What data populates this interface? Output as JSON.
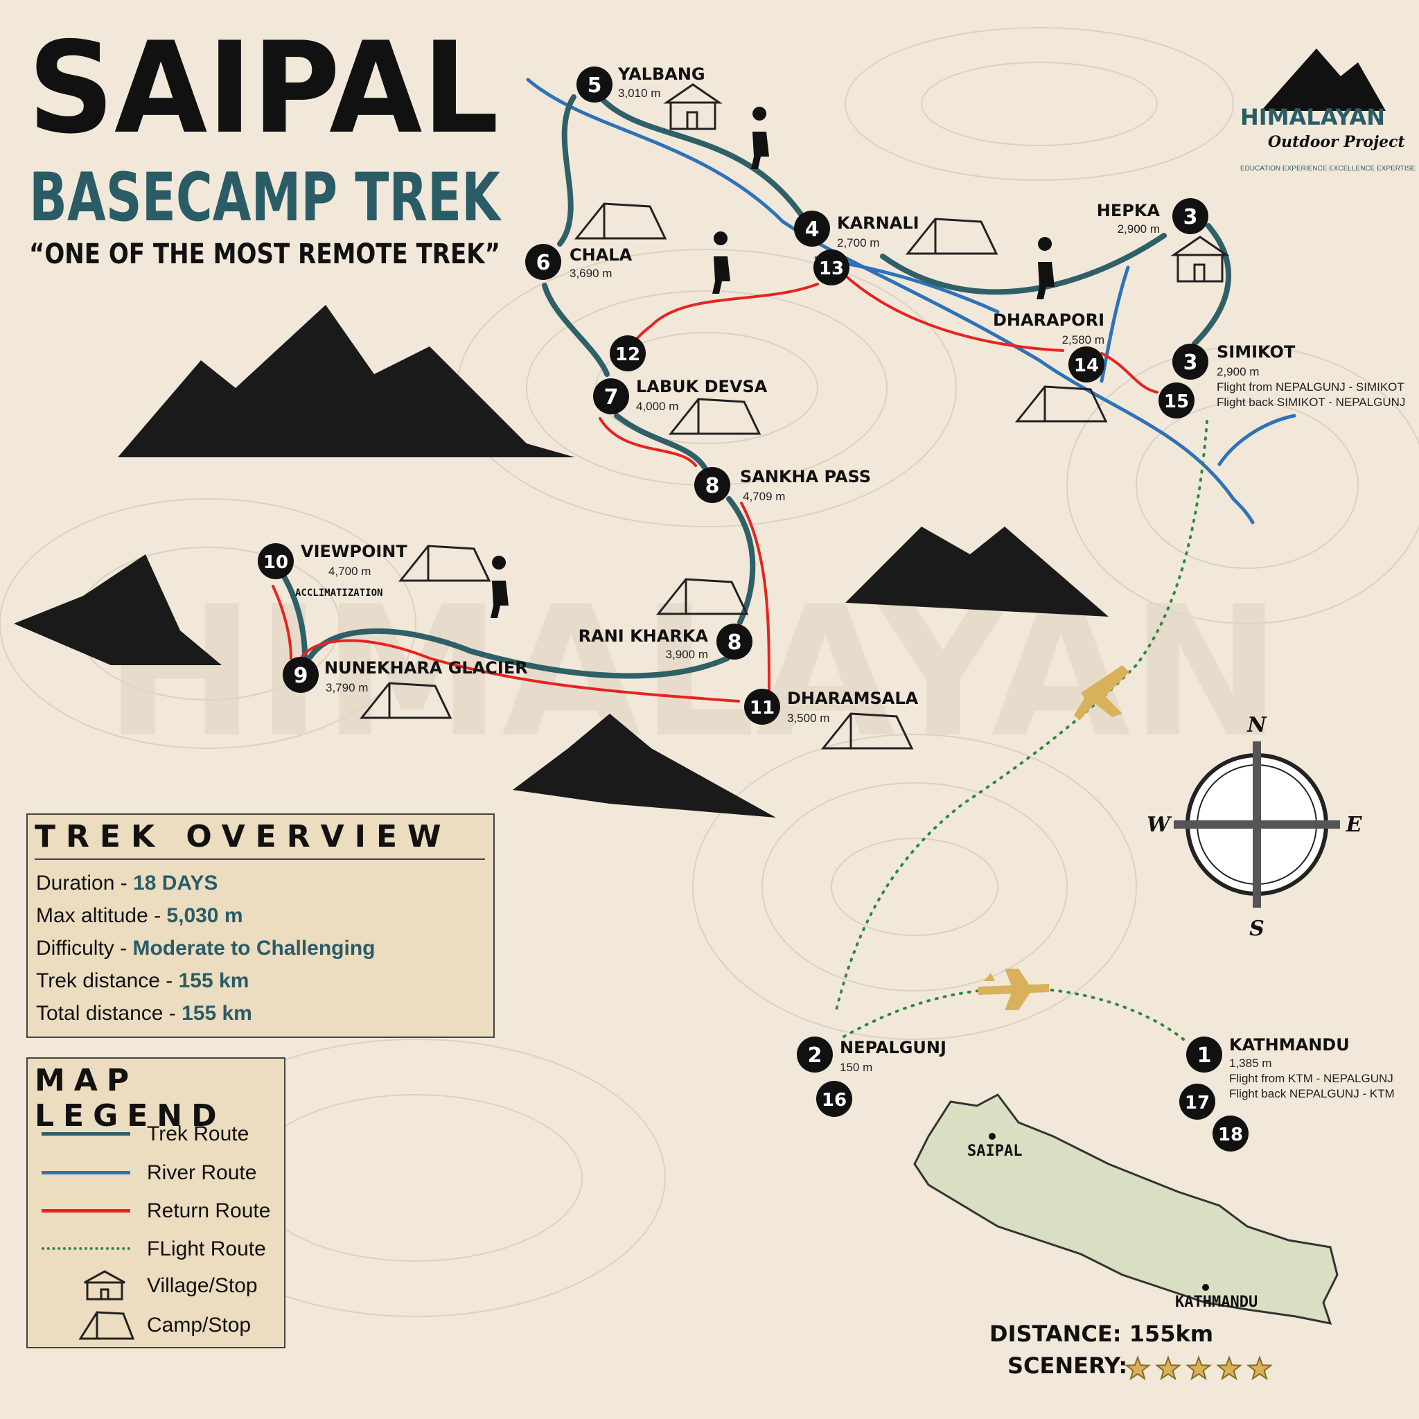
{
  "header": {
    "title": "SAIPAL",
    "subtitle": "BASECAMP TREK",
    "tagline": "“ONE OF THE MOST REMOTE TREK”"
  },
  "logo": {
    "name": "HIMALAYAN",
    "script": "Outdoor Project",
    "ring_text": "EDUCATION EXPERIENCE EXCELLENCE EXPERTISE"
  },
  "waypoints": [
    {
      "num": "1",
      "name": "KATHMANDU",
      "alt": "1,385 m",
      "notes": [
        "Flight from KTM - NEPALGUNJ",
        "Flight back NEPALGUNJ - KTM"
      ]
    },
    {
      "num": "2",
      "name": "NEPALGUNJ",
      "alt": "150 m"
    },
    {
      "num": "3",
      "name": "SIMIKOT",
      "alt": "2,900 m",
      "notes": [
        "Flight from NEPALGUNJ - SIMIKOT",
        "Flight back SIMIKOT - NEPALGUNJ"
      ]
    },
    {
      "num": "3",
      "name": "HEPKA",
      "alt": "2,900 m"
    },
    {
      "num": "4",
      "name": "KARNALI",
      "alt": "2,700 m"
    },
    {
      "num": "5",
      "name": "YALBANG",
      "alt": "3,010 m"
    },
    {
      "num": "6",
      "name": "CHALA",
      "alt": "3,690 m"
    },
    {
      "num": "7",
      "name": "LABUK DEVSA",
      "alt": "4,000 m"
    },
    {
      "num": "8",
      "name": "SANKHA PASS",
      "alt": "4,709 m"
    },
    {
      "num": "8",
      "name": "RANI KHARKA",
      "alt": "3,900 m"
    },
    {
      "num": "9",
      "name": "NUNEKHARA GLACIER",
      "alt": "3,790 m"
    },
    {
      "num": "10",
      "name": "VIEWPOINT",
      "alt": "4,700 m",
      "notes": [
        "ACCLIMATIZATION"
      ]
    },
    {
      "num": "11",
      "name": "DHARAMSALA",
      "alt": "3,500 m"
    },
    {
      "num": "12",
      "name": ""
    },
    {
      "num": "13",
      "name": ""
    },
    {
      "num": "14",
      "name": "DHARAPORI",
      "alt": "2,580 m"
    },
    {
      "num": "15",
      "name": ""
    },
    {
      "num": "16",
      "name": ""
    },
    {
      "num": "17",
      "name": ""
    },
    {
      "num": "18",
      "name": ""
    }
  ],
  "overview": {
    "heading": "TREK OVERVIEW",
    "rows": [
      {
        "label": "Duration - ",
        "value": "18 DAYS"
      },
      {
        "label": "Max altitude - ",
        "value": "5,030 m"
      },
      {
        "label": "Difficulty - ",
        "value": "Moderate to Challenging"
      },
      {
        "label": "Trek distance - ",
        "value": "155 km"
      },
      {
        "label": "Total distance - ",
        "value": "155 km"
      }
    ]
  },
  "legend": {
    "heading": "MAP LEGEND",
    "items": [
      {
        "label": "Trek Route",
        "color": "#2f6068",
        "style": "solid"
      },
      {
        "label": "River Route",
        "color": "#2e72b8",
        "style": "solid"
      },
      {
        "label": "Return Route",
        "color": "#e52421",
        "style": "solid"
      },
      {
        "label": "FLight Route",
        "color": "#2e8b3a",
        "style": "dotted"
      },
      {
        "label": "Village/Stop",
        "icon": "house-icon"
      },
      {
        "label": "Camp/Stop",
        "icon": "tent-icon"
      }
    ]
  },
  "inset_map": {
    "labels": [
      "SAIPAL",
      "KATHMANDU"
    ],
    "fill": "#d9dfc3"
  },
  "compass": {
    "n": "N",
    "s": "S",
    "e": "E",
    "w": "W"
  },
  "stats": {
    "distance_label": "DISTANCE:",
    "distance_value": "155km",
    "scenery_label": "SCENERY:",
    "scenery_stars": 5
  },
  "watermark": {
    "text": "HIMALAYAN"
  },
  "colors": {
    "background": "#f1e8da",
    "trek": "#2f6068",
    "river": "#2e72b8",
    "return": "#e52421",
    "flight": "#2e8b3a",
    "plane": "#d9b15a",
    "accent_text": "#2a5c66"
  }
}
